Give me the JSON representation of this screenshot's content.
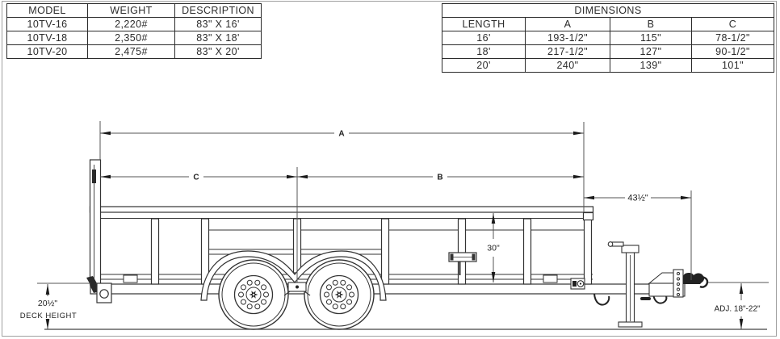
{
  "spec_table": {
    "headers": [
      "MODEL",
      "WEIGHT",
      "DESCRIPTION"
    ],
    "rows": [
      [
        "10TV-16",
        "2,220#",
        "83\" X 16'"
      ],
      [
        "10TV-18",
        "2,350#",
        "83\" X 18'"
      ],
      [
        "10TV-20",
        "2,475#",
        "83\" X 20'"
      ]
    ]
  },
  "dimensions_table": {
    "title": "DIMENSIONS",
    "headers": [
      "LENGTH",
      "A",
      "B",
      "C"
    ],
    "rows": [
      [
        "16'",
        "193-1/2\"",
        "115\"",
        "78-1/2\""
      ],
      [
        "18'",
        "217-1/2\"",
        "127\"",
        "90-1/2\""
      ],
      [
        "20'",
        "240\"",
        "139\"",
        "101\""
      ]
    ]
  },
  "drawing": {
    "dim_a_label": "A",
    "dim_b_label": "B",
    "dim_c_label": "C",
    "tongue_dim_label": "43½\"",
    "side_height_label": "30\"",
    "deck_height_value": "20½\"",
    "deck_height_caption": "DECK HEIGHT",
    "coupler_adjust_label": "ADJ. 18\"-22\""
  },
  "colors": {
    "outline": "#333333",
    "dimension_line": "#555555",
    "arrow": "#1a1a1a",
    "table_border": "#2b2b2b",
    "page_border": "#a0a0a0",
    "background": "#ffffff"
  }
}
